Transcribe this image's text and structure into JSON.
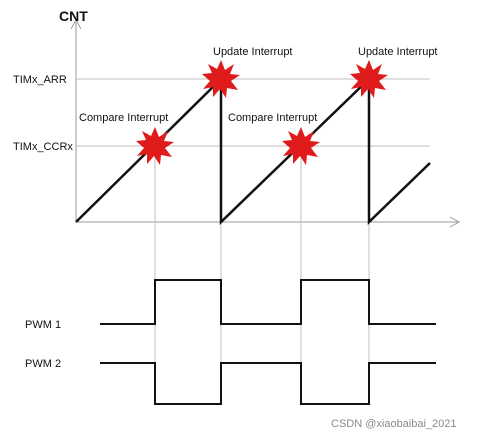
{
  "title": "CNT",
  "levels": {
    "arr_label": "TIMx_ARR",
    "ccr_label": "TIMx_CCRx"
  },
  "events": {
    "update_label": "Update Interrupt",
    "compare_label": "Compare Interrupt"
  },
  "signals": {
    "pwm1_label": "PWM 1",
    "pwm2_label": "PWM 2"
  },
  "watermark": "CSDN @xiaobaibai_2021",
  "colors": {
    "line": "#111111",
    "grid": "#bfbfbf",
    "axis": "#9a9a9a",
    "burst": "#e01b1b"
  }
}
